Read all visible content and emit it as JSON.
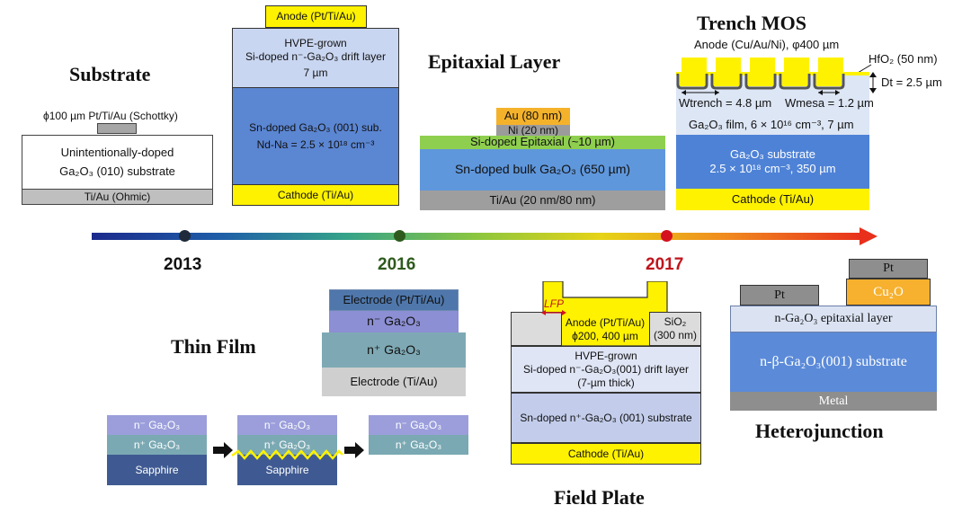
{
  "titles": {
    "substrate": "Substrate",
    "epitaxial": "Epitaxial Layer",
    "trench": "Trench MOS",
    "thin_film": "Thin Film",
    "field_plate": "Field Plate",
    "heterojunction": "Heterojunction"
  },
  "timeline": {
    "years": [
      "2013",
      "2016",
      "2017"
    ],
    "year_colors": [
      "#111111",
      "#2e5a1e",
      "#c0141c"
    ]
  },
  "substrate": {
    "contact": "ϕ100 µm Pt/Ti/Au (Schottky)",
    "body_line1": "Unintentionally-doped",
    "body_line2": "Ga₂O₃ (010) substrate",
    "ohmic": "Ti/Au (Ohmic)"
  },
  "drift_2016": {
    "anode": "Anode (Pt/Ti/Au)",
    "drift_line1": "HVPE-grown",
    "drift_line2": "Si-doped n⁻-Ga₂O₃ drift layer",
    "drift_line3": "7 µm",
    "sub_line1": "Sn-doped Ga₂O₃ (001) sub.",
    "sub_line2": "Nd-Na = 2.5 × 10¹⁸ cm⁻³",
    "cathode": "Cathode (Ti/Au)"
  },
  "epitaxial": {
    "au": "Au (80 nm)",
    "ni": "Ni (20 nm)",
    "epi": "Si-doped Epitaxial (~10 µm)",
    "bulk": "Sn-doped bulk Ga₂O₃ (650 µm)",
    "backside": "Ti/Au (20 nm/80 nm)"
  },
  "trench": {
    "anode": "Anode (Cu/Au/Ni), φ400 µm",
    "hfo2": "HfO₂ (50 nm)",
    "dt": "Dt = 2.5 µm",
    "w_trench": "Wtrench = 4.8 µm",
    "w_mesa": "Wmesa = 1.2 µm",
    "film": "Ga₂O₃ film, 6 × 10¹⁶ cm⁻³, 7 µm",
    "sub_line1": "Ga₂O₃ substrate",
    "sub_line2": "2.5 × 10¹⁸ cm⁻³, 350 µm",
    "cathode": "Cathode (Ti/Au)"
  },
  "thin_film": {
    "electrode_top": "Electrode (Pt/Ti/Au)",
    "n_minus": "n⁻ Ga₂O₃",
    "n_plus": "n⁺ Ga₂O₃",
    "electrode_bottom": "Electrode (Ti/Au)",
    "small_n_minus": "n⁻ Ga₂O₃",
    "small_n_plus": "n⁺ Ga₂O₃",
    "sapphire": "Sapphire"
  },
  "field_plate": {
    "lfp": "LFP",
    "anode_line1": "Anode (Pt/Ti/Au)",
    "anode_line2": "ϕ200, 400 µm",
    "sio2_line1": "SiO₂",
    "sio2_line2": "(300 nm)",
    "drift_line1": "HVPE-grown",
    "drift_line2": "Si-doped n⁻-Ga₂O₃(001) drift layer",
    "drift_line3": "(7-µm thick)",
    "sub": "Sn-doped n⁺-Ga₂O₃ (001) substrate",
    "cathode": "Cathode (Ti/Au)"
  },
  "heterojunction": {
    "pt_left": "Pt",
    "pt_right": "Pt",
    "cu2o": "Cu₂O",
    "epi": "n-Ga₂O₃ epitaxial layer",
    "sub": "n-β-Ga₂O₃(001) substrate",
    "metal": "Metal"
  }
}
